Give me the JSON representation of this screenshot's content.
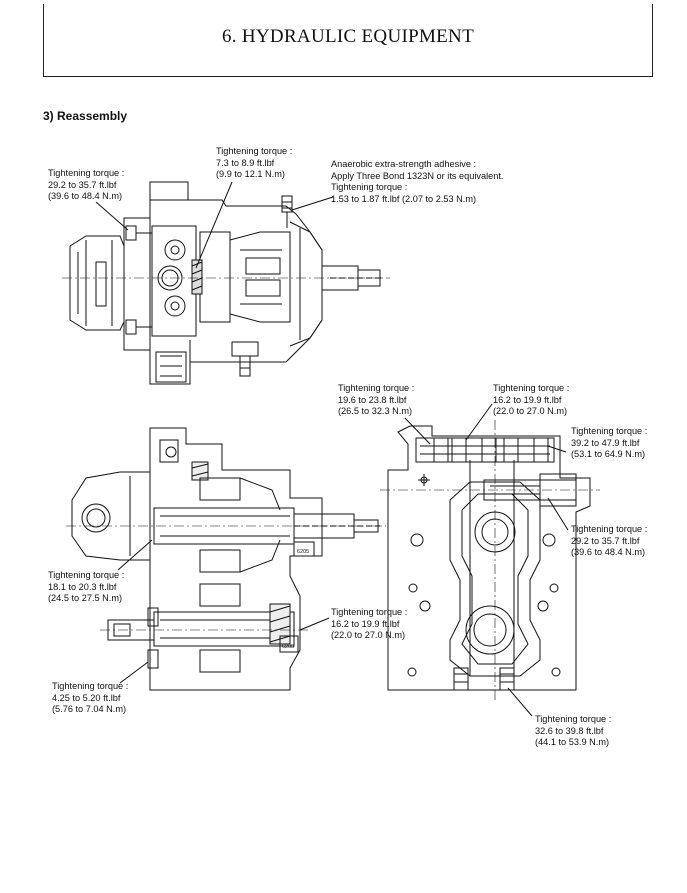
{
  "header": {
    "title": "6. HYDRAULIC EQUIPMENT"
  },
  "section": {
    "title": "3) Reassembly"
  },
  "callouts": [
    {
      "id": "c1",
      "lines": [
        "Tightening torque :",
        "29.2 to 35.7 ft.lbf",
        "(39.6 to 48.4 N.m)"
      ]
    },
    {
      "id": "c2",
      "lines": [
        "Tightening torque :",
        "7.3 to 8.9 ft.lbf",
        "(9.9 to 12.1 N.m)"
      ]
    },
    {
      "id": "c3",
      "lines": [
        "Anaerobic extra-strength adhesive :",
        "Apply Three Bond 1323N or its equivalent.",
        "Tightening torque :",
        "1.53 to 1.87 ft.lbf (2.07 to 2.53 N.m)"
      ]
    },
    {
      "id": "c4",
      "lines": [
        "Tightening torque :",
        "19.6 to 23.8 ft.lbf",
        "(26.5 to 32.3 N.m)"
      ]
    },
    {
      "id": "c5",
      "lines": [
        "Tightening torque :",
        "16.2 to 19.9 ft.lbf",
        "(22.0 to 27.0 N.m)"
      ]
    },
    {
      "id": "c6",
      "lines": [
        "Tightening torque :",
        "39.2 to 47.9 ft.lbf",
        "(53.1 to 64.9 N.m)"
      ]
    },
    {
      "id": "c7",
      "lines": [
        "Tightening torque :",
        "29.2 to 35.7 ft.lbf",
        "(39.6 to 48.4 N.m)"
      ]
    },
    {
      "id": "c8",
      "lines": [
        "Tightening torque :",
        "18.1 to 20.3 ft.lbf",
        "(24.5 to 27.5 N.m)"
      ]
    },
    {
      "id": "c9",
      "lines": [
        "Tightening torque :",
        "16.2 to 19.9 ft.lbf",
        "(22.0 to 27.0 N.m)"
      ]
    },
    {
      "id": "c10",
      "lines": [
        "Tightening torque :",
        "4.25 to 5.20 ft.lbf",
        "(5.76 to 7.04 N.m)"
      ]
    },
    {
      "id": "c11",
      "lines": [
        "Tightening torque :",
        "32.6 to 39.8 ft.lbf",
        "(44.1 to 53.9 N.m)"
      ]
    }
  ],
  "drawing_labels": {
    "part_a": "6205",
    "part_b": "6205"
  }
}
